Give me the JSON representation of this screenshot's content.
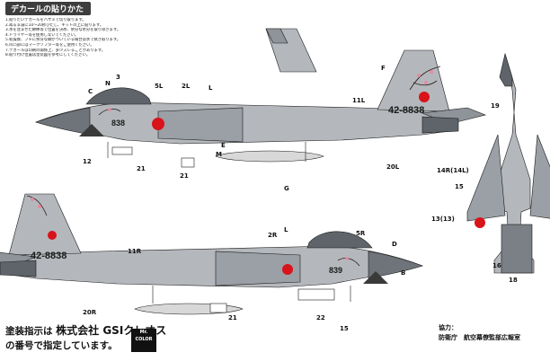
{
  "header": {
    "title": "デカールの貼りかた"
  },
  "notes": [
    "1.貼りたいデカールをハサミで切り取ります。",
    "2.ぬるま湯に10〜20秒ひたし、キットの上に貼ります。",
    "3.水を含ませた綿棒等で位置を決め、余分な水分を取り除きます。",
    "4.ドライヤー等を使用しないでください。",
    "5.乾燥後、フチに余分な糊がついている場合は水で拭き取ります。",
    "6.凹凸部にはマークソフター等をご使用ください。",
    "7.デカールは印刷の関係上、多少ズレることがあります。",
    "8.貼り付け位置は塗装図を参考にしてください。"
  ],
  "side_top": {
    "serial": "42-8838",
    "nose_number": "838",
    "callouts": [
      "3",
      "C",
      "N",
      "5L",
      "2L",
      "L",
      "F",
      "11L",
      "12",
      "21",
      "21",
      "20L",
      "G",
      "E",
      "M"
    ]
  },
  "side_bottom": {
    "serial": "42-8838",
    "nose_number": "839",
    "callouts": [
      "11R",
      "2R",
      "L",
      "5R",
      "D",
      "20R",
      "22",
      "15",
      "B",
      "21"
    ]
  },
  "plan": {
    "callouts": [
      "19",
      "14R(14L)",
      "15",
      "13(13)",
      "16",
      "18"
    ]
  },
  "footer": {
    "line1_prefix": "塗装指示は",
    "brand": "株式会社 GSIクレオス",
    "line2": "の番号で指定しています。"
  },
  "logo": {
    "line1": "Mr.",
    "line2": "COLOR"
  },
  "credits": {
    "label": "協力：",
    "org1": "防衛庁",
    "org2": "航空幕僚監部広報室"
  },
  "colors": {
    "hinomaru": "#d8141a",
    "gray_light": "#b4b8bc",
    "gray_mid": "#8e949a",
    "gray_dark": "#5e646a",
    "outline": "#1a1a1a"
  }
}
